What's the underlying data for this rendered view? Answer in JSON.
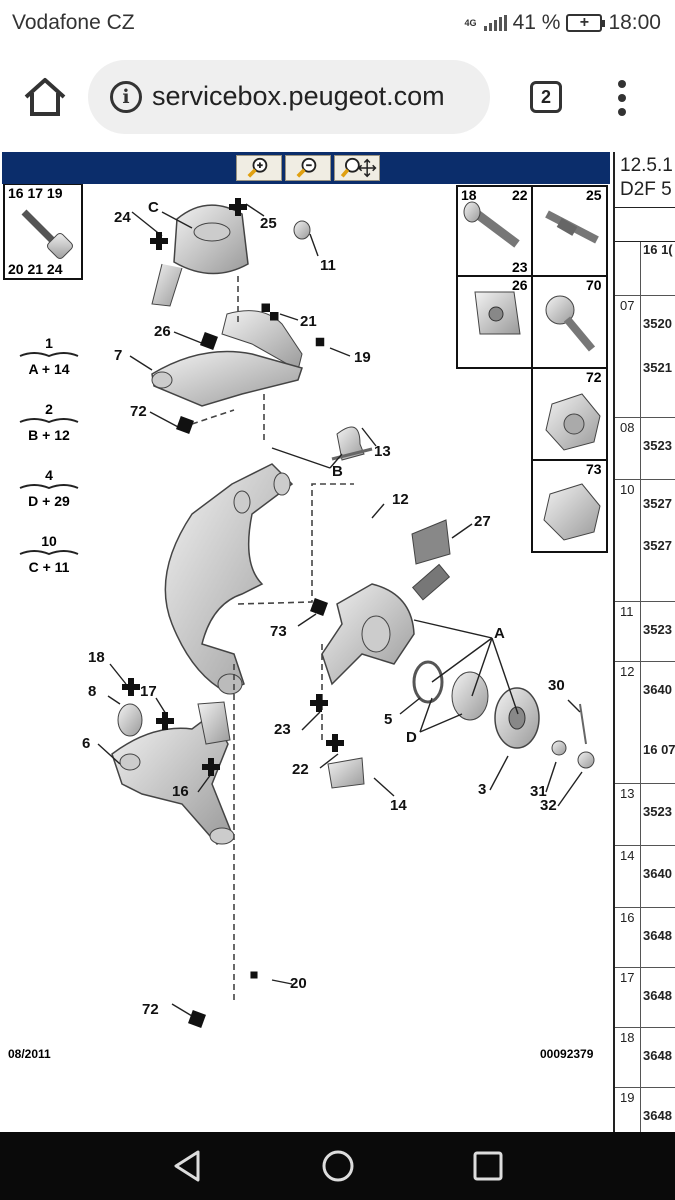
{
  "status_bar": {
    "carrier": "Vodafone CZ",
    "network": "4G",
    "battery": "41 %",
    "battery_icon": "+",
    "time": "18:00"
  },
  "browser": {
    "url": "servicebox.peugeot.com",
    "tab_count": "2"
  },
  "viewer": {
    "zoom_buttons": [
      "zoom-in-icon",
      "zoom-out-icon",
      "zoom-pan-icon"
    ]
  },
  "drawing": {
    "date": "08/2011",
    "ref": "00092379",
    "detail_boxes": {
      "top_left": [
        "16 17 19",
        "20 21 24"
      ],
      "top_right": [
        "18",
        "22",
        "25",
        "23",
        "26",
        "70",
        "72",
        "73"
      ]
    },
    "torque_groups": [
      {
        "num": "1",
        "formula": "A + 14"
      },
      {
        "num": "2",
        "formula": "B + 12"
      },
      {
        "num": "4",
        "formula": "D + 29"
      },
      {
        "num": "10",
        "formula": "C + 11"
      }
    ],
    "callouts": [
      "C",
      "24",
      "25",
      "11",
      "21",
      "26",
      "19",
      "7",
      "72",
      "13",
      "B",
      "12",
      "27",
      "73",
      "A",
      "18",
      "8",
      "17",
      "6",
      "16",
      "5",
      "D",
      "23",
      "22",
      "14",
      "3",
      "30",
      "31",
      "32",
      "20",
      "72"
    ]
  },
  "parts_table": {
    "title_line1": "12.5.1",
    "title_line2": "D2F 5",
    "partial_top": "16 1(",
    "rows": [
      {
        "num": "07",
        "codes": [
          "3520",
          "3521"
        ]
      },
      {
        "num": "08",
        "codes": [
          "3523"
        ]
      },
      {
        "num": "10",
        "codes": [
          "3527",
          "3527"
        ]
      },
      {
        "num": "11",
        "codes": [
          "3523"
        ]
      },
      {
        "num": "12",
        "codes": [
          "3640",
          "16 07"
        ]
      },
      {
        "num": "13",
        "codes": [
          "3523"
        ]
      },
      {
        "num": "14",
        "codes": [
          "3640"
        ]
      },
      {
        "num": "16",
        "codes": [
          "3648"
        ]
      },
      {
        "num": "17",
        "codes": [
          "3648"
        ]
      },
      {
        "num": "18",
        "codes": [
          "3648"
        ]
      },
      {
        "num": "19",
        "codes": [
          "3648"
        ]
      }
    ]
  }
}
